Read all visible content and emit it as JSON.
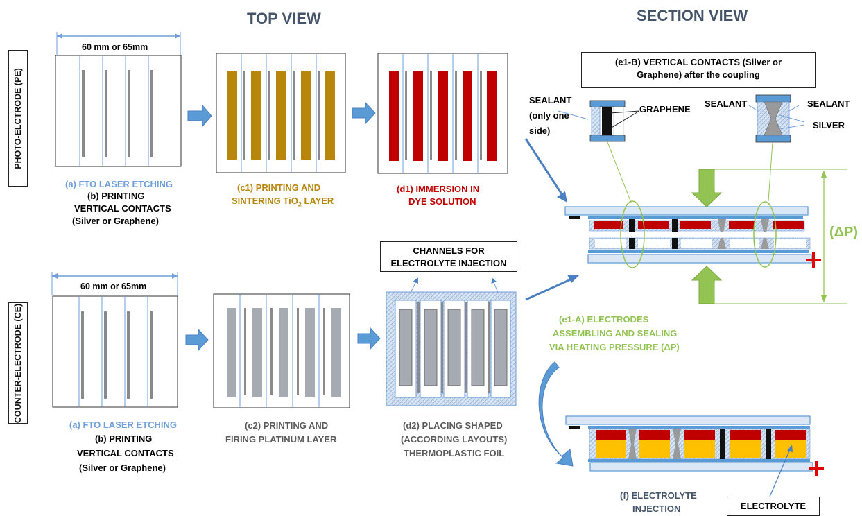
{
  "headers": {
    "top_view": "TOP VIEW",
    "section_view": "SECTION VIEW"
  },
  "side_labels": {
    "pe": "PHOTO-ELCTRODE (PE)",
    "ce": "COUNTER-ELECTRODE (CE)"
  },
  "dimensions": {
    "pe_width": "60 mm or 65mm",
    "ce_width": "60 mm or 65mm"
  },
  "steps": {
    "pe_a": "(a) FTO LASER ETCHING",
    "pe_b1": "(b) PRINTING",
    "pe_b2": "VERTICAL CONTACTS",
    "pe_b3": "(Silver or Graphene)",
    "c1_line1": "(c1) PRINTING AND",
    "c1_line2_pre": "SINTERING TiO",
    "c1_line2_sub": "2",
    "c1_line2_post": " LAYER",
    "d1_line1": "(d1) IMMERSION IN",
    "d1_line2": "DYE SOLUTION",
    "ce_a": "(a) FTO LASER ETCHING",
    "ce_b1": "(b) PRINTING",
    "ce_b2": "VERTICAL CONTACTS",
    "ce_b3": "(Silver or Graphene)",
    "c2_line1": "(c2) PRINTING AND",
    "c2_line2": "FIRING PLATINUM LAYER",
    "d2_line1": "(d2) PLACING SHAPED",
    "d2_line2": "(ACCORDING LAYOUTS)",
    "d2_line3": "THERMOPLASTIC FOIL",
    "e1a_line1": "(e1-A) ELECTRODES",
    "e1a_line2": "ASSEMBLING AND SEALING",
    "e1a_line3": "VIA HEATING PRESSURE (ΔP)",
    "f_line1": "(f) ELECTROLYTE",
    "f_line2": "INJECTION"
  },
  "callouts": {
    "channels_line1": "CHANNELS FOR",
    "channels_line2": "ELECTROLYTE INJECTION",
    "e1b_line1": "(e1-B) VERTICAL CONTACTS (Silver or",
    "e1b_line2": "Graphene) after the coupling",
    "electrolyte": "ELECTROLYTE"
  },
  "section_labels": {
    "sealant_left_1": "SEALANT",
    "sealant_left_2": "(only one",
    "sealant_left_3": "side)",
    "graphene": "GRAPHENE",
    "sealant_mid": "SEALANT",
    "sealant_right": "SEALANT",
    "silver": "SILVER",
    "delta_p": "(ΔP)",
    "minus": "−",
    "plus": "+"
  },
  "colors": {
    "heading": "#44546a",
    "fto_blue": "#6f9fd8",
    "tio2_gold": "#b8860b",
    "dye_red": "#c00000",
    "platinum_grey": "#a6abb3",
    "electrolyte_yellow": "#ffc000",
    "pressure_green": "#92c353",
    "arrow_blue": "#5b9bd5",
    "plus_red": "#e00000"
  }
}
